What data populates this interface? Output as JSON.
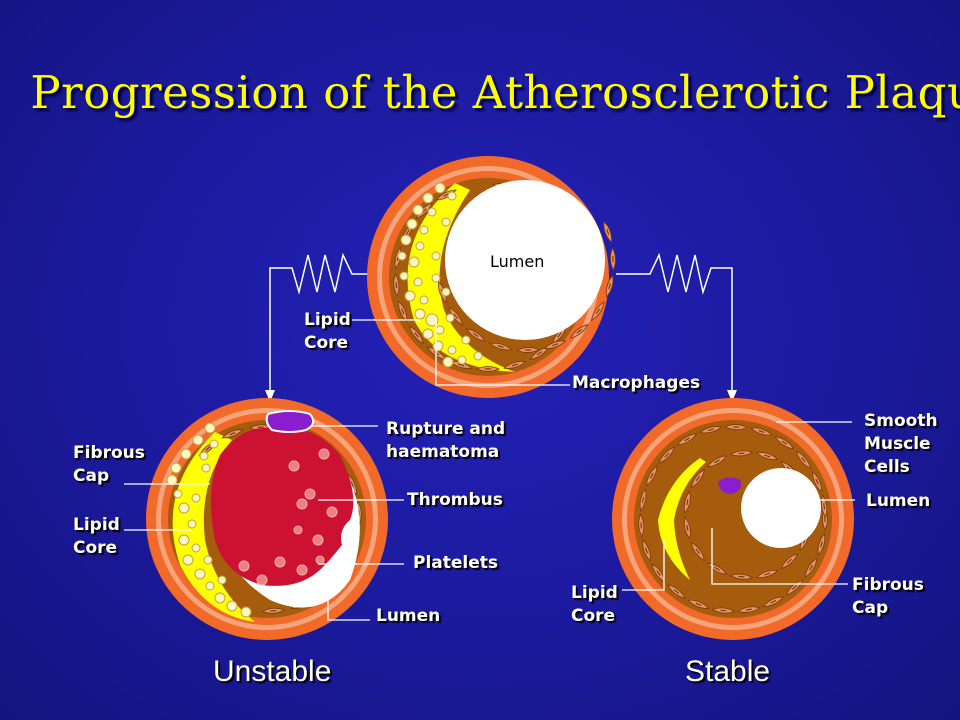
{
  "title": "Progression of the Atherosclerotic Plaque",
  "top": {
    "lumen": "Lumen",
    "lipid_core": [
      "Lipid",
      "Core"
    ],
    "macrophages": "Macrophages"
  },
  "unstable": {
    "heading": "Unstable",
    "fibrous_cap": [
      "Fibrous",
      "Cap"
    ],
    "lipid_core": [
      "Lipid",
      "Core"
    ],
    "rupture": [
      "Rupture and",
      "haematoma"
    ],
    "thrombus": "Thrombus",
    "platelets": "Platelets",
    "lumen": "Lumen"
  },
  "stable": {
    "heading": "Stable",
    "smooth_muscle": [
      "Smooth",
      "Muscle",
      "Cells"
    ],
    "lumen": "Lumen",
    "lipid_core": [
      "Lipid",
      "Core"
    ],
    "fibrous_cap": [
      "Fibrous",
      "Cap"
    ]
  },
  "colors": {
    "background": "#1c1aa0",
    "title": "#ffff00",
    "vessel_outer": "#f26a2a",
    "vessel_ring": "#f6a47a",
    "media": "#a55c0c",
    "lipid": "#ffff00",
    "thrombus": "#cc1133",
    "macrophage": "#fbf7c0",
    "haematoma": "#8a1ecf"
  }
}
